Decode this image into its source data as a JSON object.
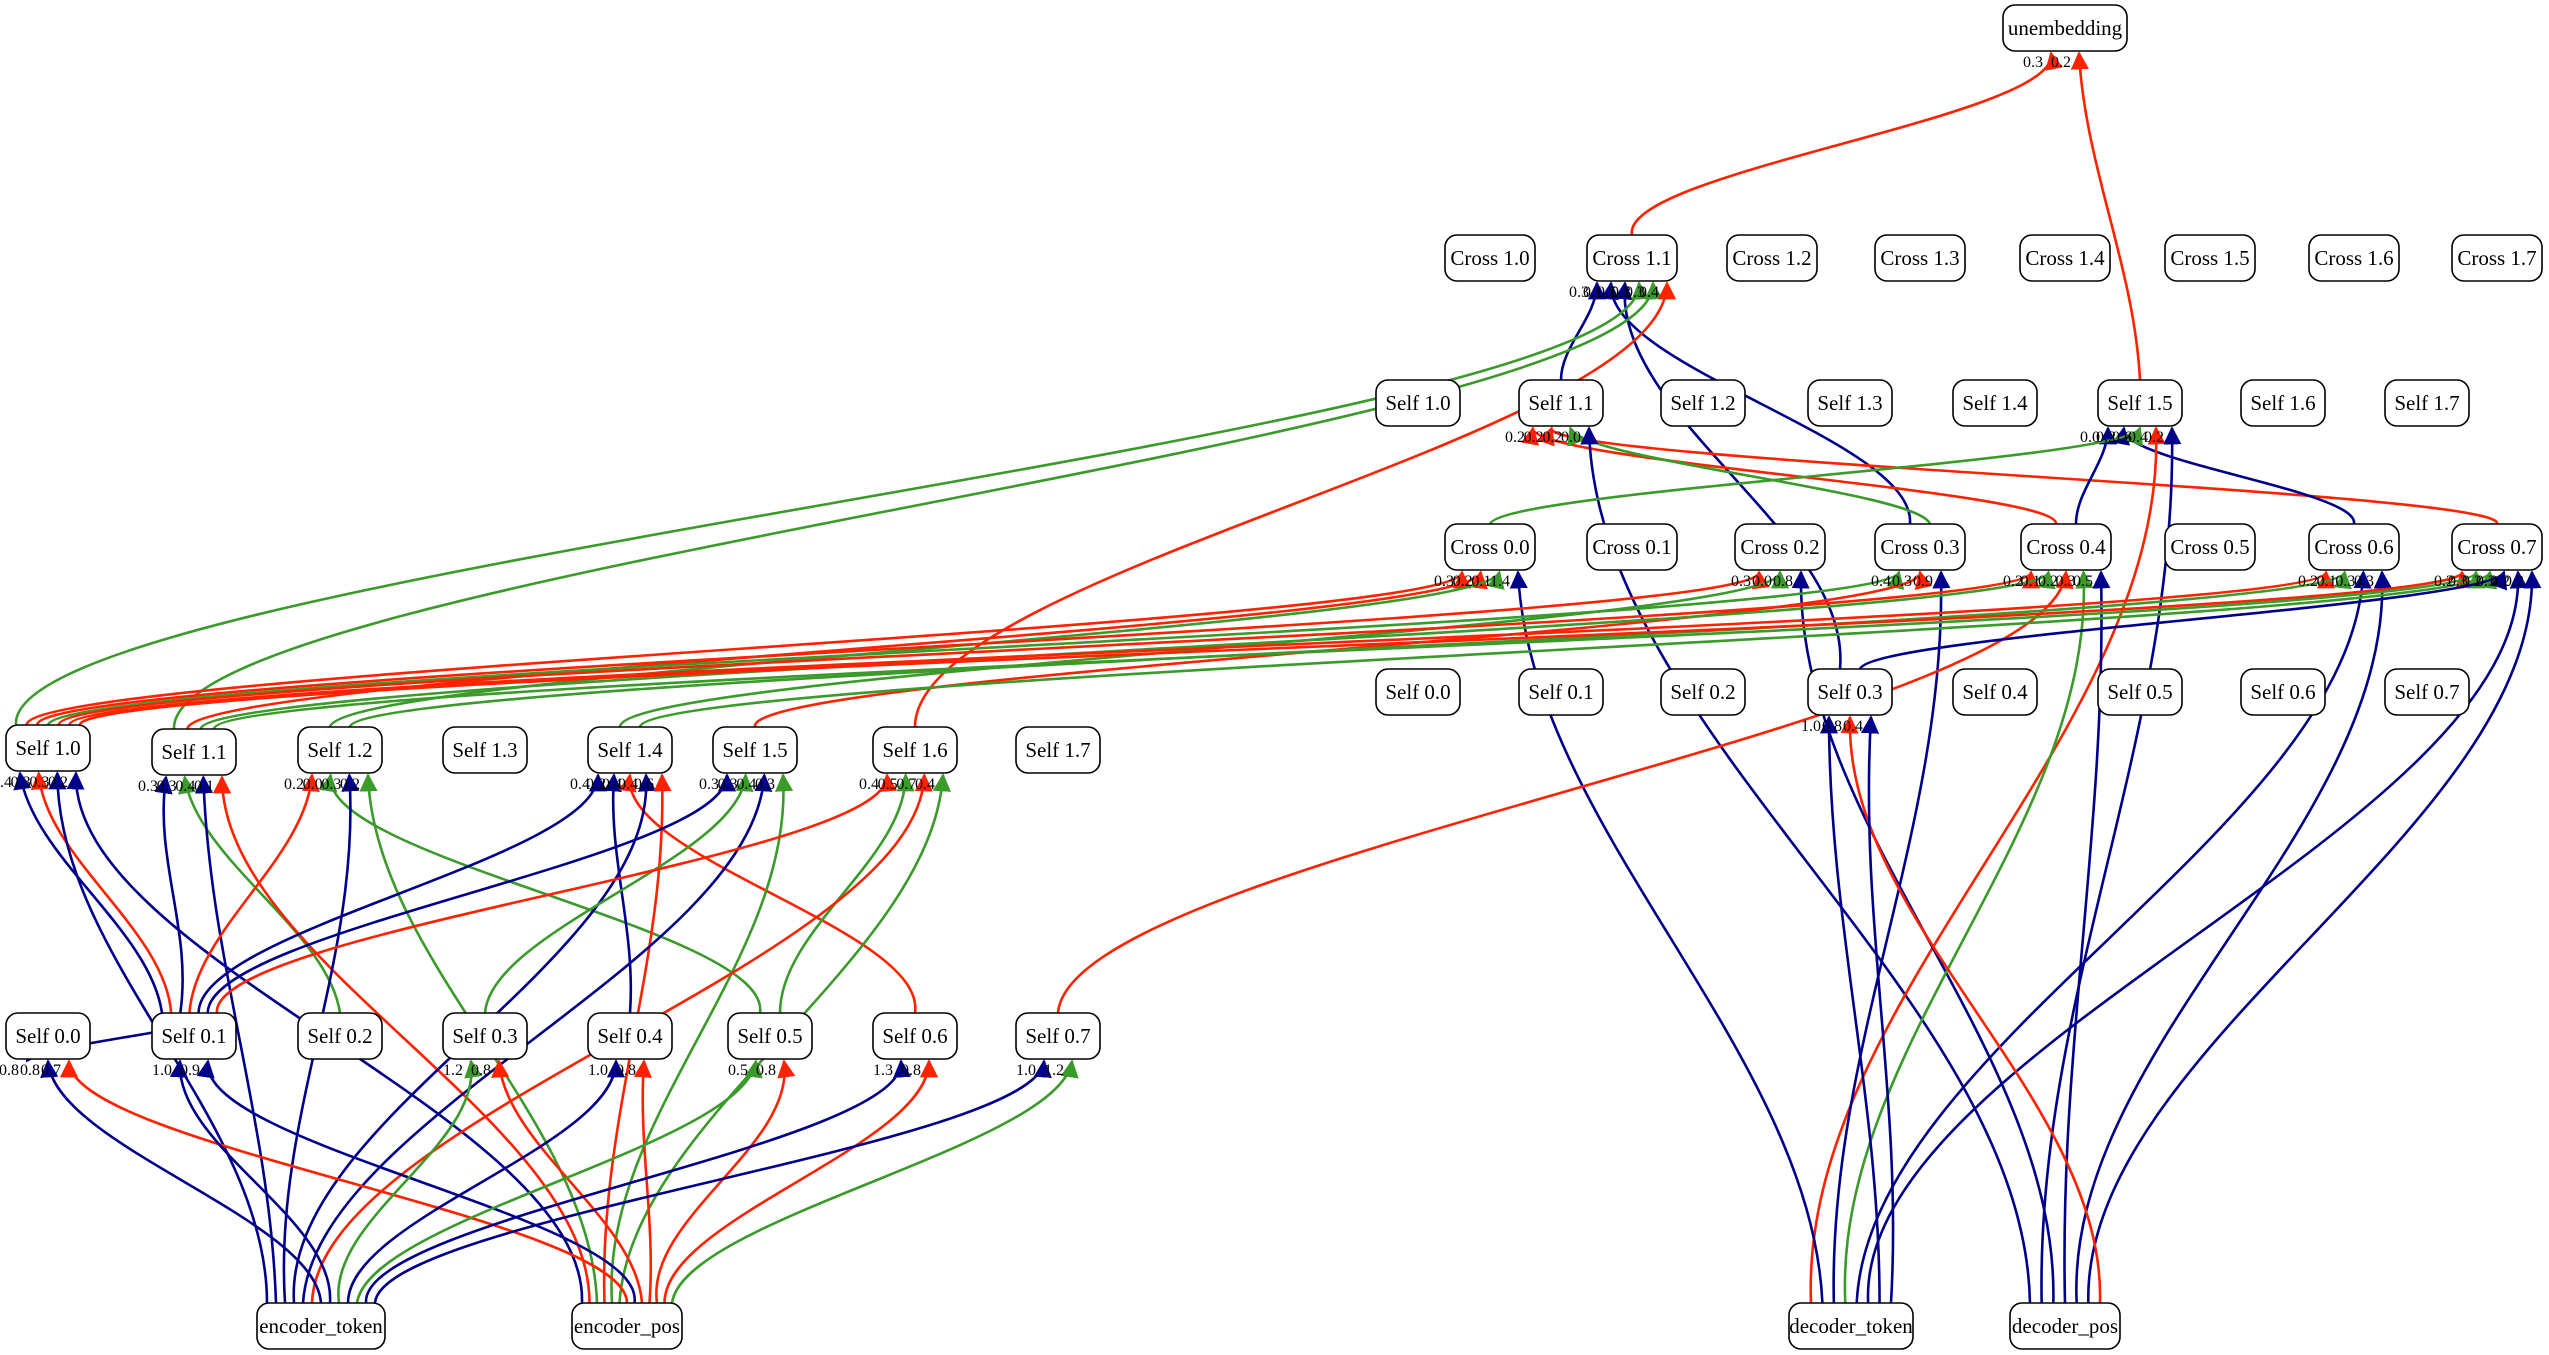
{
  "colors": {
    "blue": "#00008b",
    "red": "#ff2200",
    "green": "#3a9a2a"
  },
  "nodes": [
    {
      "id": "unembedding",
      "label": "unembedding"
    },
    {
      "id": "c1_0",
      "label": "Cross 1.0"
    },
    {
      "id": "c1_1",
      "label": "Cross 1.1"
    },
    {
      "id": "c1_2",
      "label": "Cross 1.2"
    },
    {
      "id": "c1_3",
      "label": "Cross 1.3"
    },
    {
      "id": "c1_4",
      "label": "Cross 1.4"
    },
    {
      "id": "c1_5",
      "label": "Cross 1.5"
    },
    {
      "id": "c1_6",
      "label": "Cross 1.6"
    },
    {
      "id": "c1_7",
      "label": "Cross 1.7"
    },
    {
      "id": "ds1_0",
      "label": "Self 1.0"
    },
    {
      "id": "ds1_1",
      "label": "Self 1.1"
    },
    {
      "id": "ds1_2",
      "label": "Self 1.2"
    },
    {
      "id": "ds1_3",
      "label": "Self 1.3"
    },
    {
      "id": "ds1_4",
      "label": "Self 1.4"
    },
    {
      "id": "ds1_5",
      "label": "Self 1.5"
    },
    {
      "id": "ds1_6",
      "label": "Self 1.6"
    },
    {
      "id": "ds1_7",
      "label": "Self 1.7"
    },
    {
      "id": "c0_0",
      "label": "Cross 0.0"
    },
    {
      "id": "c0_1",
      "label": "Cross 0.1"
    },
    {
      "id": "c0_2",
      "label": "Cross 0.2"
    },
    {
      "id": "c0_3",
      "label": "Cross 0.3"
    },
    {
      "id": "c0_4",
      "label": "Cross 0.4"
    },
    {
      "id": "c0_5",
      "label": "Cross 0.5"
    },
    {
      "id": "c0_6",
      "label": "Cross 0.6"
    },
    {
      "id": "c0_7",
      "label": "Cross 0.7"
    },
    {
      "id": "ds0_0",
      "label": "Self 0.0"
    },
    {
      "id": "ds0_1",
      "label": "Self 0.1"
    },
    {
      "id": "ds0_2",
      "label": "Self 0.2"
    },
    {
      "id": "ds0_3",
      "label": "Self 0.3"
    },
    {
      "id": "ds0_4",
      "label": "Self 0.4"
    },
    {
      "id": "ds0_5",
      "label": "Self 0.5"
    },
    {
      "id": "ds0_6",
      "label": "Self 0.6"
    },
    {
      "id": "ds0_7",
      "label": "Self 0.7"
    },
    {
      "id": "es1_0",
      "label": "Self 1.0"
    },
    {
      "id": "es1_1",
      "label": "Self 1.1"
    },
    {
      "id": "es1_2",
      "label": "Self 1.2"
    },
    {
      "id": "es1_3",
      "label": "Self 1.3"
    },
    {
      "id": "es1_4",
      "label": "Self 1.4"
    },
    {
      "id": "es1_5",
      "label": "Self 1.5"
    },
    {
      "id": "es1_6",
      "label": "Self 1.6"
    },
    {
      "id": "es1_7",
      "label": "Self 1.7"
    },
    {
      "id": "es0_0",
      "label": "Self 0.0"
    },
    {
      "id": "es0_1",
      "label": "Self 0.1"
    },
    {
      "id": "es0_2",
      "label": "Self 0.2"
    },
    {
      "id": "es0_3",
      "label": "Self 0.3"
    },
    {
      "id": "es0_4",
      "label": "Self 0.4"
    },
    {
      "id": "es0_5",
      "label": "Self 0.5"
    },
    {
      "id": "es0_6",
      "label": "Self 0.6"
    },
    {
      "id": "es0_7",
      "label": "Self 0.7"
    },
    {
      "id": "encoder_token",
      "label": "encoder_token"
    },
    {
      "id": "encoder_pos",
      "label": "encoder_pos"
    },
    {
      "id": "decoder_token",
      "label": "decoder_token"
    },
    {
      "id": "decoder_pos",
      "label": "decoder_pos"
    }
  ],
  "edges": [
    {
      "from": "c1_1",
      "to": "unembedding",
      "color": "red",
      "label": "0.3"
    },
    {
      "from": "ds1_5",
      "to": "unembedding",
      "color": "red",
      "label": "0.2"
    },
    {
      "from": "ds1_1",
      "to": "c1_1",
      "color": "blue",
      "label": "0.3"
    },
    {
      "from": "c0_3",
      "to": "c1_1",
      "color": "blue",
      "label": "0.1"
    },
    {
      "from": "ds0_3",
      "to": "c1_1",
      "color": "blue",
      "label": "0.5"
    },
    {
      "from": "es1_0",
      "to": "c1_1",
      "color": "green",
      "label": "0.3"
    },
    {
      "from": "es1_1",
      "to": "c1_1",
      "color": "green",
      "label": "0.3"
    },
    {
      "from": "es1_6",
      "to": "c1_1",
      "color": "red",
      "label": "0.4"
    },
    {
      "from": "c0_4",
      "to": "ds1_1",
      "color": "red",
      "label": "0.2"
    },
    {
      "from": "c0_7",
      "to": "ds1_1",
      "color": "red",
      "label": "0.2"
    },
    {
      "from": "c0_3",
      "to": "ds1_1",
      "color": "green",
      "label": "0.2"
    },
    {
      "from": "decoder_pos",
      "to": "ds1_1",
      "color": "blue",
      "label": "0.0"
    },
    {
      "from": "c0_4",
      "to": "ds1_5",
      "color": "blue",
      "label": "0.0"
    },
    {
      "from": "c0_6",
      "to": "ds1_5",
      "color": "blue",
      "label": "0.2"
    },
    {
      "from": "c0_0",
      "to": "ds1_5",
      "color": "green",
      "label": "0.6"
    },
    {
      "from": "decoder_token",
      "to": "ds1_5",
      "color": "red",
      "label": "0.4"
    },
    {
      "from": "decoder_pos",
      "to": "ds1_5",
      "color": "blue",
      "label": "0.2"
    },
    {
      "from": "es1_0",
      "to": "c0_0",
      "color": "red",
      "label": "0.3"
    },
    {
      "from": "es1_1",
      "to": "c0_0",
      "color": "red",
      "label": "0.2"
    },
    {
      "from": "es1_2",
      "to": "c0_0",
      "color": "green",
      "label": "0.1"
    },
    {
      "from": "decoder_token",
      "to": "c0_0",
      "color": "blue",
      "label": "1.4"
    },
    {
      "from": "es1_0",
      "to": "c0_2",
      "color": "red",
      "label": "0.3"
    },
    {
      "from": "es1_4",
      "to": "c0_2",
      "color": "green",
      "label": "0.0"
    },
    {
      "from": "decoder_pos",
      "to": "c0_2",
      "color": "blue",
      "label": "0.8"
    },
    {
      "from": "es1_0",
      "to": "c0_3",
      "color": "green",
      "label": "0.4"
    },
    {
      "from": "es1_5",
      "to": "c0_3",
      "color": "red",
      "label": "0.3"
    },
    {
      "from": "decoder_token",
      "to": "c0_3",
      "color": "blue",
      "label": "0.9"
    },
    {
      "from": "es1_0",
      "to": "c0_4",
      "color": "red",
      "label": "0.2"
    },
    {
      "from": "es1_1",
      "to": "c0_4",
      "color": "green",
      "label": "0.1"
    },
    {
      "from": "es0_7",
      "to": "c0_4",
      "color": "red",
      "label": "0.2"
    },
    {
      "from": "decoder_token",
      "to": "c0_4",
      "color": "green",
      "label": "0.3"
    },
    {
      "from": "decoder_pos",
      "to": "c0_4",
      "color": "blue",
      "label": "0.5"
    },
    {
      "from": "es1_0",
      "to": "c0_6",
      "color": "red",
      "label": "0.2"
    },
    {
      "from": "es1_2",
      "to": "c0_6",
      "color": "green",
      "label": "0.1"
    },
    {
      "from": "decoder_token",
      "to": "c0_6",
      "color": "blue",
      "label": "0.3"
    },
    {
      "from": "decoder_pos",
      "to": "c0_6",
      "color": "blue",
      "label": "0.3"
    },
    {
      "from": "es1_0",
      "to": "c0_7",
      "color": "red",
      "label": "0.2"
    },
    {
      "from": "es1_1",
      "to": "c0_7",
      "color": "green",
      "label": "0.3"
    },
    {
      "from": "es1_4",
      "to": "c0_7",
      "color": "green",
      "label": "0.2"
    },
    {
      "from": "ds0_3",
      "to": "c0_7",
      "color": "blue",
      "label": "0.3"
    },
    {
      "from": "decoder_token",
      "to": "c0_7",
      "color": "blue",
      "label": "0.2"
    },
    {
      "from": "decoder_pos",
      "to": "c0_7",
      "color": "blue",
      "label": "0.2"
    },
    {
      "from": "decoder_token",
      "to": "ds0_3",
      "color": "blue",
      "label": "1.0"
    },
    {
      "from": "decoder_pos",
      "to": "ds0_3",
      "color": "red",
      "label": "0.8"
    },
    {
      "from": "decoder_token",
      "to": "ds0_3",
      "color": "blue",
      "label": "0.4"
    },
    {
      "from": "es0_1",
      "to": "es1_0",
      "color": "blue",
      "label": "0.4"
    },
    {
      "from": "es0_1",
      "to": "es1_0",
      "color": "red",
      "label": "0.3"
    },
    {
      "from": "encoder_token",
      "to": "es1_0",
      "color": "blue",
      "label": "0.3"
    },
    {
      "from": "encoder_pos",
      "to": "es1_0",
      "color": "blue",
      "label": "0.2"
    },
    {
      "from": "es0_1",
      "to": "es1_1",
      "color": "blue",
      "label": "0.3"
    },
    {
      "from": "es0_2",
      "to": "es1_1",
      "color": "green",
      "label": "0.3"
    },
    {
      "from": "encoder_token",
      "to": "es1_1",
      "color": "blue",
      "label": "0.4"
    },
    {
      "from": "encoder_pos",
      "to": "es1_1",
      "color": "red",
      "label": "0.1"
    },
    {
      "from": "es0_1",
      "to": "es1_2",
      "color": "red",
      "label": "0.2"
    },
    {
      "from": "es0_5",
      "to": "es1_2",
      "color": "green",
      "label": "0.0"
    },
    {
      "from": "encoder_token",
      "to": "es1_2",
      "color": "blue",
      "label": "0.3"
    },
    {
      "from": "encoder_pos",
      "to": "es1_2",
      "color": "green",
      "label": "0.2"
    },
    {
      "from": "es0_1",
      "to": "es1_4",
      "color": "blue",
      "label": "0.4"
    },
    {
      "from": "es0_4",
      "to": "es1_4",
      "color": "blue",
      "label": "0.2"
    },
    {
      "from": "es0_6",
      "to": "es1_4",
      "color": "red",
      "label": "0.4"
    },
    {
      "from": "encoder_token",
      "to": "es1_4",
      "color": "blue",
      "label": "0.4"
    },
    {
      "from": "encoder_pos",
      "to": "es1_4",
      "color": "red",
      "label": "0.6"
    },
    {
      "from": "es0_1",
      "to": "es1_5",
      "color": "blue",
      "label": "0.3"
    },
    {
      "from": "es0_3",
      "to": "es1_5",
      "color": "green",
      "label": "0.3"
    },
    {
      "from": "encoder_token",
      "to": "es1_5",
      "color": "blue",
      "label": "0.4"
    },
    {
      "from": "encoder_pos",
      "to": "es1_5",
      "color": "green",
      "label": "0.3"
    },
    {
      "from": "es0_1",
      "to": "es1_6",
      "color": "red",
      "label": "0.4"
    },
    {
      "from": "es0_5",
      "to": "es1_6",
      "color": "green",
      "label": "0.5"
    },
    {
      "from": "encoder_token",
      "to": "es1_6",
      "color": "red",
      "label": "0.7"
    },
    {
      "from": "encoder_pos",
      "to": "es1_6",
      "color": "green",
      "label": "0.4"
    },
    {
      "from": "es0_1",
      "to": "es0_0",
      "color": "blue",
      "label": "0.8"
    },
    {
      "from": "encoder_token",
      "to": "es0_0",
      "color": "blue",
      "label": "0.8"
    },
    {
      "from": "encoder_pos",
      "to": "es0_0",
      "color": "red",
      "label": "0.7"
    },
    {
      "from": "encoder_token",
      "to": "es0_1",
      "color": "blue",
      "label": "1.0"
    },
    {
      "from": "encoder_pos",
      "to": "es0_1",
      "color": "blue",
      "label": "0.9"
    },
    {
      "from": "encoder_token",
      "to": "es0_3",
      "color": "green",
      "label": "1.2"
    },
    {
      "from": "encoder_pos",
      "to": "es0_3",
      "color": "red",
      "label": "0.8"
    },
    {
      "from": "encoder_token",
      "to": "es0_4",
      "color": "blue",
      "label": "1.0"
    },
    {
      "from": "encoder_pos",
      "to": "es0_4",
      "color": "red",
      "label": "0.8"
    },
    {
      "from": "encoder_token",
      "to": "es0_5",
      "color": "green",
      "label": "0.5"
    },
    {
      "from": "encoder_pos",
      "to": "es0_5",
      "color": "red",
      "label": "0.8"
    },
    {
      "from": "encoder_token",
      "to": "es0_6",
      "color": "blue",
      "label": "1.3"
    },
    {
      "from": "encoder_pos",
      "to": "es0_6",
      "color": "red",
      "label": "0.8"
    },
    {
      "from": "encoder_token",
      "to": "es0_7",
      "color": "blue",
      "label": "1.0"
    },
    {
      "from": "encoder_pos",
      "to": "es0_7",
      "color": "green",
      "label": "1.2"
    }
  ]
}
